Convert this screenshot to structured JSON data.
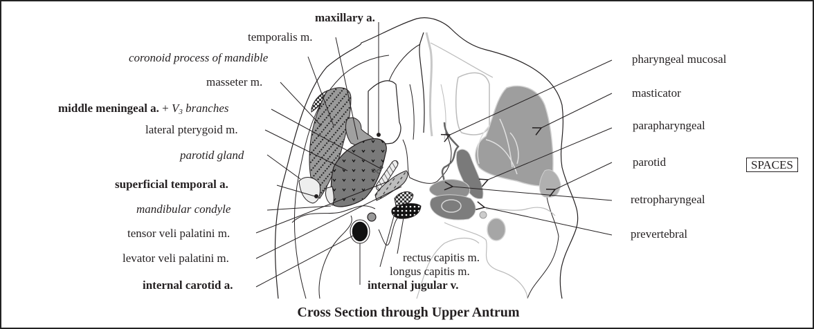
{
  "title": "Cross Section through Upper Antrum",
  "left_labels": [
    {
      "id": "maxillary-artery",
      "text": "maxillary a.",
      "style": "bold"
    },
    {
      "id": "temporalis",
      "text": "temporalis m.",
      "style": "normal"
    },
    {
      "id": "coronoid-process",
      "text": "coronoid process of mandible",
      "style": "italic"
    },
    {
      "id": "masseter",
      "text": "masseter m.",
      "style": "normal"
    },
    {
      "id": "middle-meningeal",
      "text_bold": "middle meningeal a.",
      "text_plus": " + ",
      "text_v": "V",
      "text_sub": "3",
      "text_ital": " branches",
      "style": "mixed"
    },
    {
      "id": "lateral-pterygoid",
      "text": "lateral pterygoid m.",
      "style": "normal"
    },
    {
      "id": "parotid-gland",
      "text": "parotid gland",
      "style": "italic"
    },
    {
      "id": "superficial-temporal",
      "text": "superficial temporal a.",
      "style": "bold"
    },
    {
      "id": "mandibular-condyle",
      "text": "mandibular condyle",
      "style": "italic"
    },
    {
      "id": "tensor-veli",
      "text": "tensor veli palatini m.",
      "style": "normal"
    },
    {
      "id": "levator-veli",
      "text": "levator veli palatini m.",
      "style": "normal"
    },
    {
      "id": "internal-carotid",
      "text": "internal carotid a.",
      "style": "bold"
    }
  ],
  "bottom_labels": [
    {
      "id": "rectus-capitis",
      "text": "rectus capitis m.",
      "style": "normal"
    },
    {
      "id": "longus-capitis",
      "text": "longus capitis m.",
      "style": "normal"
    },
    {
      "id": "internal-jugular",
      "text": "internal jugular v.",
      "style": "bold"
    }
  ],
  "spaces": {
    "heading": "SPACES",
    "items": [
      {
        "id": "pharyngeal-mucosal",
        "text": "pharyngeal mucosal"
      },
      {
        "id": "masticator",
        "text": "masticator"
      },
      {
        "id": "parapharyngeal",
        "text": "parapharyngeal"
      },
      {
        "id": "parotid",
        "text": "parotid"
      },
      {
        "id": "retropharyngeal",
        "text": "retropharyngeal"
      },
      {
        "id": "prevertebral",
        "text": "prevertebral"
      }
    ]
  },
  "colors": {
    "outline": "#231f20",
    "light_outline": "#b8b8b8",
    "space_dark": "#7d7d7d",
    "space_mid": "#9a9a9a",
    "space_light": "#b0b0b0",
    "muscle_fill": "#8c8c8c",
    "pale_fill": "#e6e6e6"
  }
}
